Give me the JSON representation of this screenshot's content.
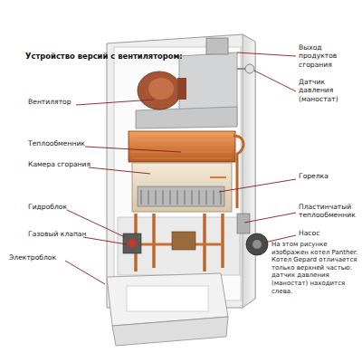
{
  "diagram": {
    "title": "Устройство версий с вентилятором:",
    "labels": [
      "Выход продуктов сгорания",
      "Датчик давления (маностат)",
      "Вентилятор",
      "Теплообменник",
      "Камера сгорания",
      "Горелка",
      "Гидроблок",
      "Пластинчатый теплообменник",
      "Газовый клапан",
      "Насос",
      "На этом рисунке изображен котел Panther. Котел Gepard отличается только верхней частью: датчик давления (маностат) находится слева.",
      "Электроблок"
    ]
  }
}
